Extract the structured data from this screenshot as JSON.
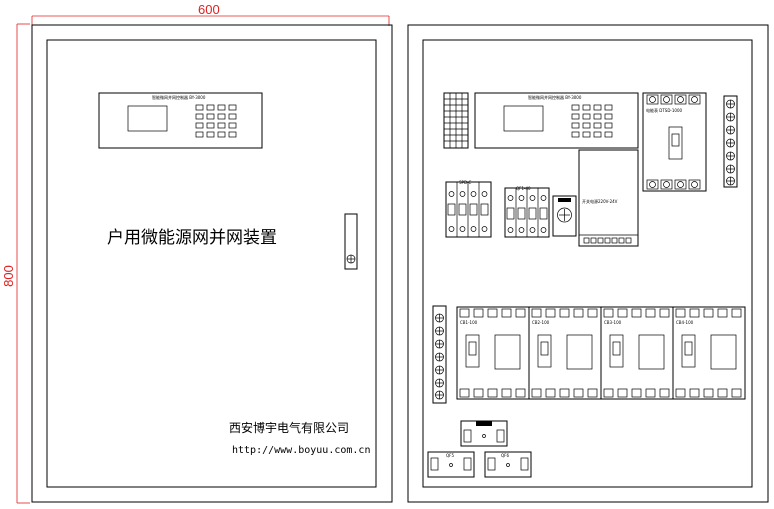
{
  "dimensions": {
    "width_label": "600",
    "height_label": "800"
  },
  "front_panel": {
    "title": "户用微能源网并网装置",
    "company": "西安博宇电气有限公司",
    "website": "http://www.boyuu.com.cn",
    "controller_label": "智能微网并网控制器 BY-3000"
  },
  "inner_panel": {
    "controller_label": "智能微网并网控制器 BY-3000",
    "spd_label": "SPD-C",
    "fuse_label": "QF1-40",
    "power_label": "开关电源220V-24V",
    "meter_label": "电能表 DTSD-1000",
    "breaker_labels": [
      "CB1-100",
      "CB2-100",
      "CB3-100",
      "CB4-100"
    ],
    "socket_labels": [
      "QF5",
      "QF6"
    ]
  },
  "colors": {
    "dimension": "#e02020",
    "line": "#000000"
  }
}
